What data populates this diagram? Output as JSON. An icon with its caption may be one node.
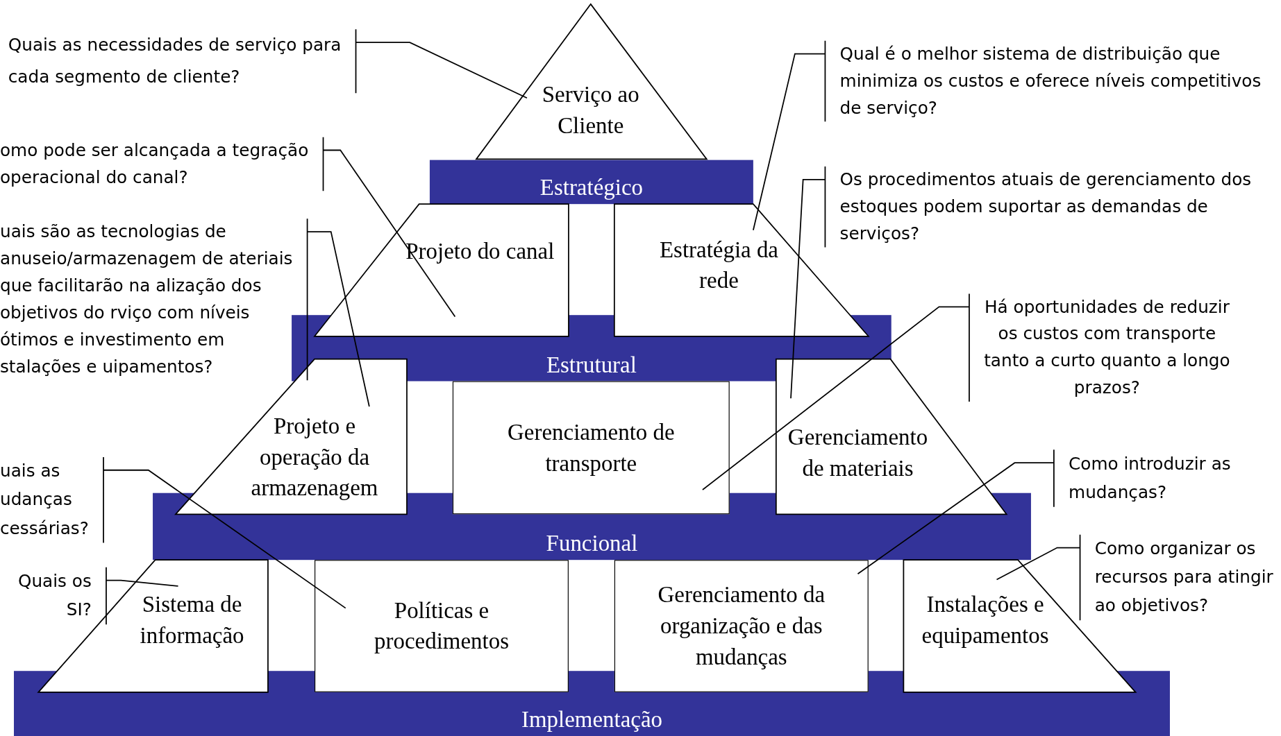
{
  "diagram": {
    "nodes": [
      {
        "text": [
          "Quais as necessidades de serviço para cada segmento de cliente?"
        ]
      },
      {
        "text": [
          "Serviço ao Cliente"
        ]
      },
      {
        "text": [
          "Qual é o melhor sistema de distribuição que minimiza os custos e oferece níveis competitivos de serviço?"
        ]
      },
      {
        "text": [
          "Estratégico"
        ]
      },
      {
        "text": [
          "omo pode ser alcançada a tegração operacional do canal?"
        ]
      },
      {
        "text": [
          "Projeto do canal"
        ]
      },
      {
        "text": [
          "Estratégia da rede"
        ]
      },
      {
        "text": [
          "Os procedimentos atuais de gerenciamento dos estoques podem suportar as demandas de serviços?"
        ]
      },
      {
        "text": [
          "uais são as tecnologias de anuseio/armazenagem de ateriais que facilitarão na alização dos objetivos do rviço com níveis ótimos e investimento em stalações e uipamentos?"
        ]
      },
      {
        "text": [
          "Estrutural"
        ]
      },
      {
        "text": [
          "Há oportunidades de reduzir os custos com transporte tanto a curto quanto a longo prazos?"
        ]
      },
      {
        "text": [
          "Projeto e operação da armazenagem"
        ]
      },
      {
        "text": [
          "Gerenciamento de transporte"
        ]
      },
      {
        "text": [
          "Gerenciamento de materiais"
        ]
      },
      {
        "text": [
          "uais as udanças cessárias?"
        ]
      },
      {
        "text": [
          "Como introduzir as mudanças?"
        ]
      },
      {
        "text": [
          "Funcional"
        ]
      },
      {
        "text": [
          "Quais os SI?"
        ]
      },
      {
        "text": [
          "Sistema de informação"
        ]
      },
      {
        "text": [
          "Políticas e procedimentos"
        ]
      },
      {
        "text": [
          "Gerenciamento da organização e das mudanças"
        ]
      },
      {
        "text": [
          "Instalações e equipamentos"
        ]
      },
      {
        "text": [
          "Como organizar os recursos para atingir ao objetivos?"
        ]
      },
      {
        "text": [
          "Implementação"
        ]
      }
    ],
    "edges": [
      {
        "from": 0,
        "to": 1,
        "arrow": "none"
      },
      {
        "from": 2,
        "to": 6,
        "arrow": "none"
      },
      {
        "from": 4,
        "to": 5,
        "arrow": "none"
      },
      {
        "from": 7,
        "to": 13,
        "arrow": "none"
      },
      {
        "from": 8,
        "to": 11,
        "arrow": "none"
      },
      {
        "from": 10,
        "to": 12,
        "arrow": "none"
      },
      {
        "from": 14,
        "to": 19,
        "arrow": "none"
      },
      {
        "from": 15,
        "to": 20,
        "arrow": "none"
      },
      {
        "from": 17,
        "to": 18,
        "arrow": "none"
      },
      {
        "from": 22,
        "to": 21,
        "arrow": "none"
      }
    ]
  }
}
